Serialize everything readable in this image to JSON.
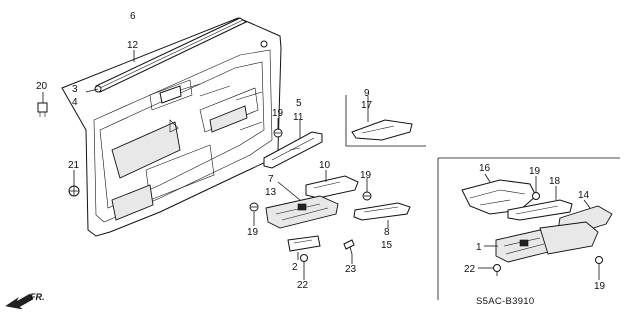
{
  "callouts": {
    "c1": "1",
    "c2": "2",
    "c3": "3",
    "c4": "4",
    "c5": "5",
    "c6": "6",
    "c7": "7",
    "c8": "8",
    "c9": "9",
    "c10": "10",
    "c11": "11",
    "c12": "12",
    "c13": "13",
    "c14": "14",
    "c15": "15",
    "c16": "16",
    "c17": "17",
    "c18": "18",
    "c19a": "19",
    "c19b": "19",
    "c19c": "19",
    "c19d": "19",
    "c19e": "19",
    "c20": "20",
    "c21": "21",
    "c22a": "22",
    "c22b": "22",
    "c23": "23"
  },
  "direction_label": "FR.",
  "diagram_code": "S5AC-B3910"
}
